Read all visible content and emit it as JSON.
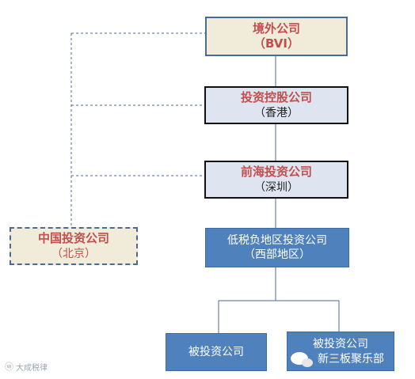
{
  "nodes": {
    "bvi": {
      "line1": "境外公司",
      "line2": "（BVI）"
    },
    "hk": {
      "line1": "投资控股公司",
      "line2": "（香港）"
    },
    "sz": {
      "line1": "前海投资公司",
      "line2": "（深圳）"
    },
    "cn": {
      "line1": "中国投资公司",
      "line2": "（北京）"
    },
    "west": {
      "line1": "低税负地区投资公司",
      "line2": "（西部地区）"
    },
    "invest1": {
      "line1": "被投资公司"
    },
    "invest2": {
      "line1": "被投资公司"
    }
  },
  "watermarks": {
    "left": "大成税律",
    "right": "新三板聚乐部"
  },
  "icons": {
    "left_watermark": "weibo-icon",
    "right_watermark": "wechat-icon"
  },
  "colors": {
    "title_red": "#c0504d",
    "box_blue": "#4f81bd",
    "line_blue": "#4a6b94"
  }
}
